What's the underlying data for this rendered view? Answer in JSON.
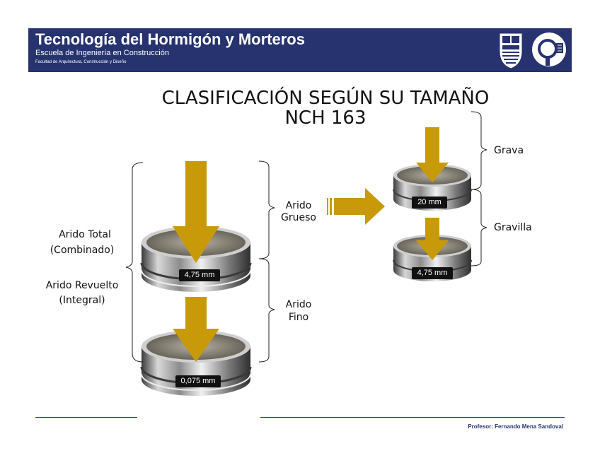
{
  "header": {
    "title": "Tecnología del Hormigón y Morteros",
    "subtitle": "Escuela de Ingeniería en Construcción",
    "faculty": "Facultad de Arquitectura, Construcción y Diseño",
    "background_color": "#27336f",
    "logos": [
      "university-crest-icon",
      "department-logo-icon"
    ]
  },
  "slide": {
    "title_line1": "CLASIFICACIÓN SEGÚN SU TAMAÑO",
    "title_line2": "NCH 163"
  },
  "labels": {
    "arido_total": "Arido Total",
    "combinado": "(Combinado)",
    "arido_revuelto": "Arido Revuelto",
    "integral": "(Integral)",
    "arido": "Arido",
    "grueso": "Grueso",
    "fino": "Fino",
    "grava": "Grava",
    "gravilla": "Gravilla"
  },
  "sieves": {
    "left_top": "4,75 mm",
    "left_bottom": "0,075 mm",
    "right_top": "20 mm",
    "right_bottom": "4,75 mm"
  },
  "colors": {
    "arrow": "#c89a0a",
    "sieve_metal": "#8a8a8a",
    "footer_line": "#2c3e8c"
  },
  "footer": {
    "professor": "Profesor: Fernando Mena Sandoval"
  }
}
